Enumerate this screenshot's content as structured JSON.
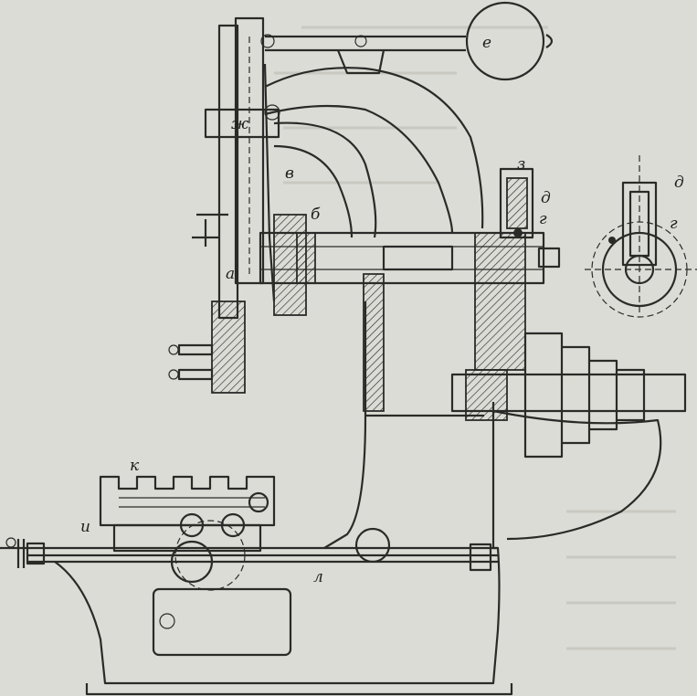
{
  "figure": {
    "labels": {
      "a": "а",
      "b": "б",
      "v": "в",
      "g": "г",
      "g_side": "г",
      "d": "д",
      "d_side": "д",
      "e": "е",
      "zh": "ж",
      "z": "з",
      "i": "и",
      "k": "к",
      "l": "л"
    },
    "colors": {
      "paper": "#dcdcd6",
      "ink": "#2a2a28"
    }
  }
}
